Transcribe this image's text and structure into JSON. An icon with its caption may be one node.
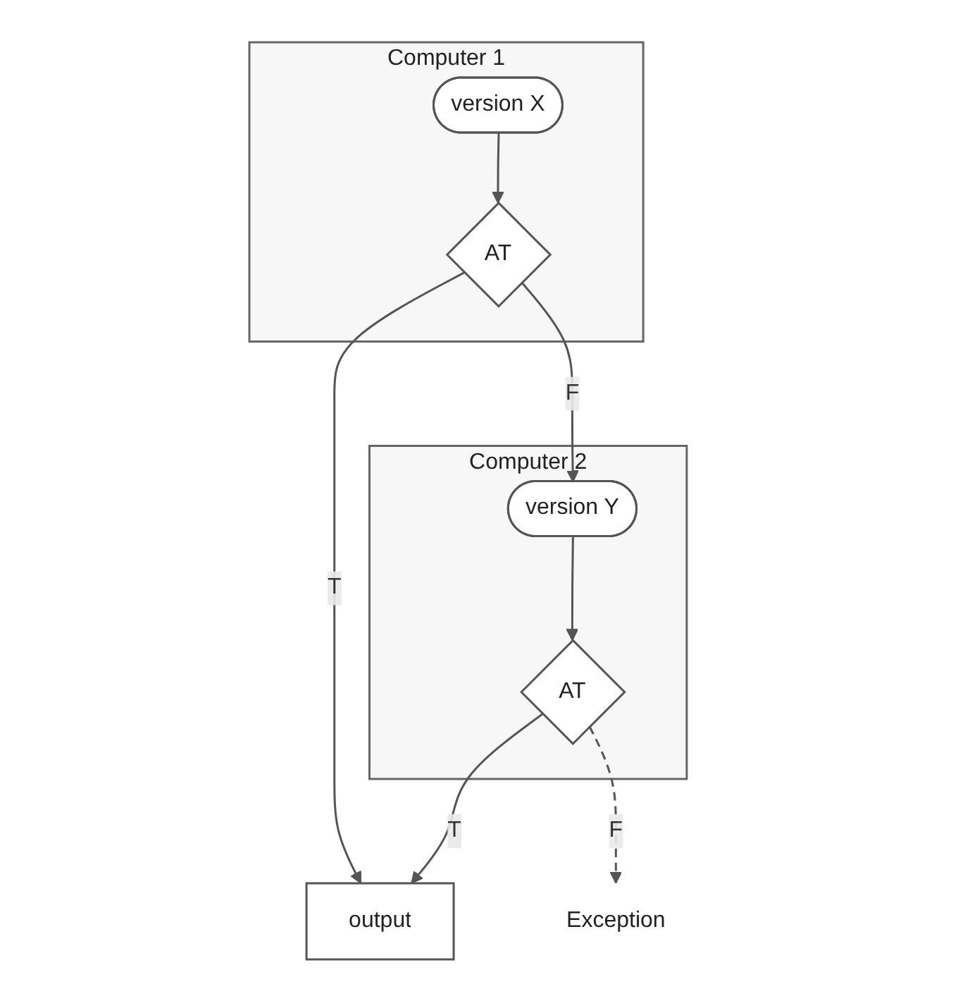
{
  "diagram": {
    "nodes": [
      {
        "text": [
          "Computer 1"
        ]
      },
      {
        "text": [
          "version X"
        ],
        "in": 0
      },
      {
        "text": [
          "AT"
        ],
        "in": 0
      },
      {
        "text": [
          "output"
        ]
      },
      {
        "text": [
          "Computer 2"
        ]
      },
      {
        "text": [
          "version Y"
        ],
        "in": 4
      },
      {
        "text": [
          "AT"
        ],
        "in": 4
      },
      {
        "text": [
          "Exception"
        ]
      }
    ],
    "edges": [
      {
        "from": 1,
        "to": 2,
        "arrow": "to"
      },
      {
        "from": 2,
        "to": 3,
        "label": "T",
        "arrow": "to"
      },
      {
        "from": 2,
        "to": 5,
        "label": "F",
        "arrow": "to"
      },
      {
        "from": 5,
        "to": 6,
        "arrow": "to"
      },
      {
        "from": 6,
        "to": 3,
        "label": "T",
        "arrow": "to"
      },
      {
        "from": 6,
        "to": 7,
        "label": "F",
        "arrow": "to",
        "style": "dashed"
      }
    ]
  }
}
